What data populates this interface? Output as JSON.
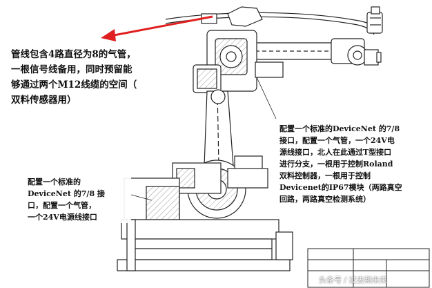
{
  "annotations": {
    "top_left": "管线包含4路直径为8的气管，\n一根信号线备用，同时预留能\n够通过两个M12线缆的空间（\n双料传感器用）",
    "middle_right": "配置一个标准的DeviceNet 的7/8\n接口，配置一个气管，一个24V电\n源线接口，北人在此通过T型接口\n进行分支，一根用于控制Roland\n双料控制器，一根用于控制\nDevicenet的IP67模块（两路真空\n回路，两路真空检测系统）",
    "bottom_left": "配置一个标准的\nDeviceNet 的7/8 接\n口，配置一个气管，\n一个24V电源线接口"
  },
  "watermark": "头条号 / 过去和未来",
  "colors": {
    "arrow": "#e02020",
    "line": "#222222",
    "hatch": "#999999"
  }
}
